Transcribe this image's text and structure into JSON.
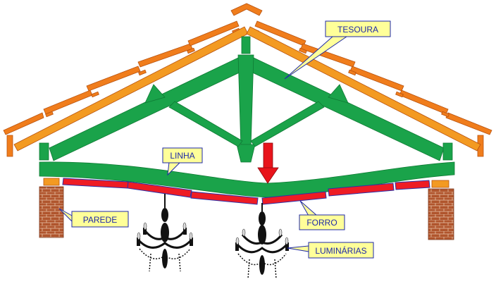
{
  "labels": {
    "tesoura": "TESOURA",
    "linha": "LINHA",
    "parede": "PAREDE",
    "forro": "FORRO",
    "luminarias": "LUMINÁRIAS"
  },
  "colors": {
    "tile": "#f07d1c",
    "rafter": "#f39a22",
    "truss": "#1aa34a",
    "truss_dark": "#0f7a34",
    "ceiling": "#ee1c24",
    "ceiling_edge": "#2b2fa8",
    "brick": "#b0552d",
    "callout_fill": "#ffff99",
    "callout_text": "#1f2aa8",
    "arrow": "#e8141b",
    "lamp": "#111111"
  },
  "icons": {
    "chandelier": "chandelier-icon",
    "load_arrow": "arrow-down-icon"
  }
}
